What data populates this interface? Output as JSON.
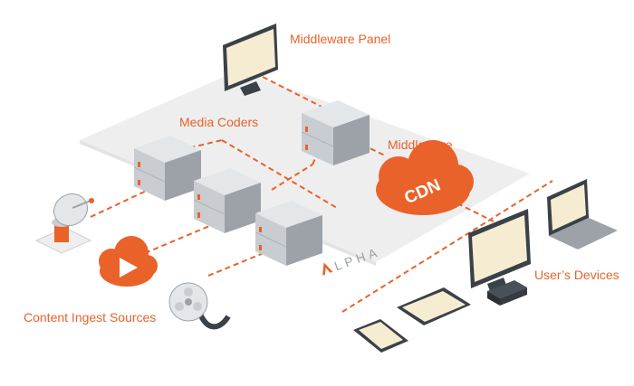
{
  "labels": {
    "middleware_panel": "Middleware Panel",
    "media_coders": "Media Coders",
    "middleware": "Middleware",
    "users_devices": "User’s Devices",
    "content_ingest": "Content Ingest Sources",
    "cdn": "CDN",
    "brand": "LPHA"
  },
  "colors": {
    "accent": "#e8622a",
    "platform": "#eeeeee",
    "server_light": "#e4e7e9",
    "server_mid": "#c9cdd1",
    "server_dark": "#9ca2a8",
    "screen": "#f6ecd1",
    "device_dark": "#3b4148"
  },
  "icons": {
    "antenna": "satellite-dish-icon",
    "cloud_play": "cloud-play-icon",
    "film": "film-reel-icon",
    "cdn": "cdn-cloud-icon"
  }
}
